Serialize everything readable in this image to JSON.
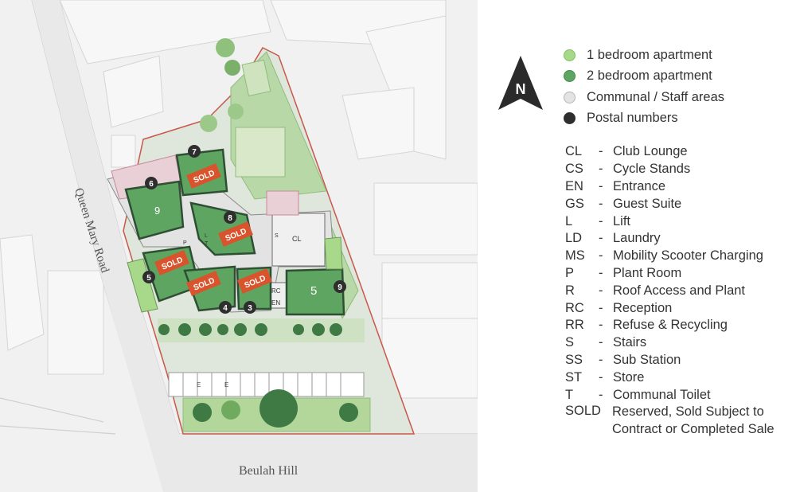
{
  "map": {
    "roads": [
      "Queen Mary Road",
      "Beulah Hill"
    ],
    "units": [
      {
        "label": "9",
        "type": "2 bedroom"
      },
      {
        "label": "5",
        "type": "2 bedroom"
      }
    ],
    "sold_tag": "SOLD",
    "postal_numbers": [
      "7",
      "6",
      "8",
      "5",
      "4",
      "3",
      "9"
    ],
    "room_codes": [
      "CL",
      "RC",
      "EN",
      "L",
      "T",
      "P",
      "S",
      "E"
    ]
  },
  "north": {
    "label": "N"
  },
  "legend": [
    {
      "label": "1 bedroom apartment",
      "color": "#a8d98a",
      "border": "#7fbf63"
    },
    {
      "label": "2 bedroom apartment",
      "color": "#5fa562",
      "border": "#3f8a4a"
    },
    {
      "label": "Communal / Staff areas",
      "color": "#e3e3e3",
      "border": "#b5b5b5"
    },
    {
      "label": "Postal numbers",
      "color": "#2e2e2e",
      "border": "#2e2e2e"
    }
  ],
  "abbreviations": [
    {
      "code": "CL",
      "desc": "Club Lounge"
    },
    {
      "code": "CS",
      "desc": "Cycle Stands"
    },
    {
      "code": "EN",
      "desc": "Entrance"
    },
    {
      "code": "GS",
      "desc": "Guest Suite"
    },
    {
      "code": "L",
      "desc": "Lift"
    },
    {
      "code": "LD",
      "desc": "Laundry"
    },
    {
      "code": "MS",
      "desc": "Mobility Scooter Charging"
    },
    {
      "code": "P",
      "desc": "Plant Room"
    },
    {
      "code": "R",
      "desc": "Roof Access and Plant"
    },
    {
      "code": "RC",
      "desc": "Reception"
    },
    {
      "code": "RR",
      "desc": "Refuse & Recycling"
    },
    {
      "code": "S",
      "desc": "Stairs"
    },
    {
      "code": "SS",
      "desc": "Sub Station"
    },
    {
      "code": "ST",
      "desc": "Store"
    },
    {
      "code": "T",
      "desc": "Communal Toilet"
    }
  ],
  "sold_note": {
    "code": "SOLD",
    "desc": "Reserved, Sold Subject to Contract or Completed Sale"
  }
}
